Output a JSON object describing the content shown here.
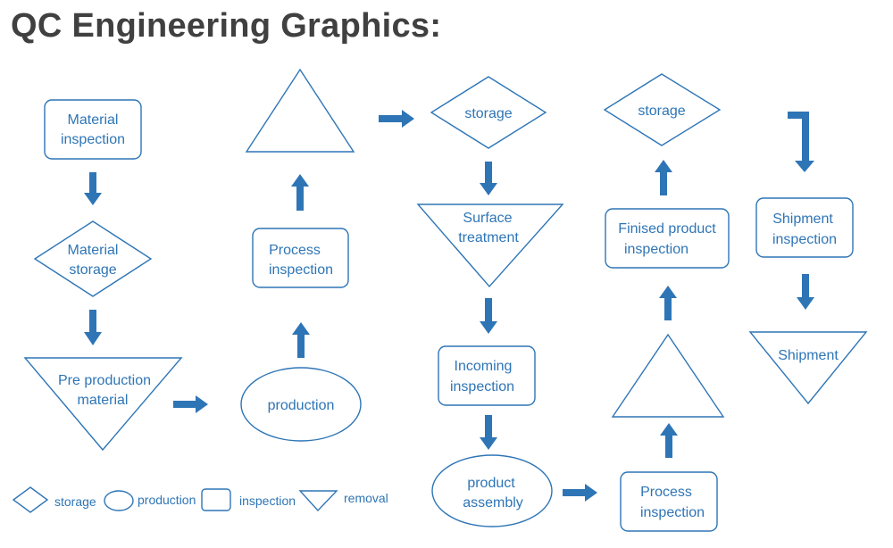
{
  "title": "QC Engineering Graphics:",
  "colors": {
    "shape_stroke": "#2e75b6",
    "arrow_fill": "#2e75b6",
    "text": "#2e75b6",
    "title": "#404040"
  },
  "nodes": {
    "material_inspection": [
      "Material",
      "inspection"
    ],
    "material_storage": [
      "Material",
      "storage"
    ],
    "pre_production_material": [
      "Pre production",
      "material"
    ],
    "production": [
      "production"
    ],
    "process_inspection_1": [
      "Process",
      "inspection"
    ],
    "storage_1": [
      "storage"
    ],
    "surface_treatment": [
      "Surface",
      "treatment"
    ],
    "incoming_inspection": [
      "Incoming",
      "inspection"
    ],
    "product_assembly": [
      "product",
      "assembly"
    ],
    "process_inspection_2": [
      "Process",
      "inspection"
    ],
    "finished_product_inspection": [
      "Finised product",
      "inspection"
    ],
    "storage_2": [
      "storage"
    ],
    "shipment_inspection": [
      "Shipment",
      "inspection"
    ],
    "shipment": [
      "Shipment"
    ]
  },
  "legend": {
    "storage": "storage",
    "production": "production",
    "inspection": "inspection",
    "removal": "removal"
  }
}
